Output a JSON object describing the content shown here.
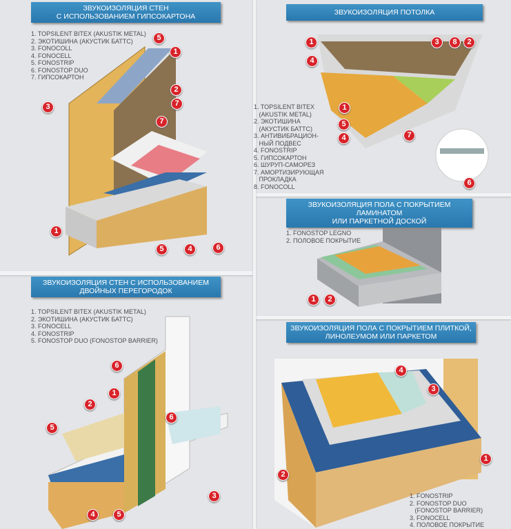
{
  "panels": {
    "wall_gypsum": {
      "title_line1": "Звукоизоляция стен",
      "title_line2": "с использованием гипсокартона",
      "items": [
        "1. TOPSILENT BITEX (AKUSTIK METAL)",
        "2. ЭКОТИШИНА (АКУСТИК БАТТС)",
        "3. FONOCOLL",
        "4. FONOCELL",
        "5. FONOSTRIP",
        "6. FONOSTOP DUO",
        "7. ГИПСОКАРТОН"
      ],
      "callouts": [
        "5",
        "1",
        "2",
        "7",
        "7",
        "3",
        "1",
        "5",
        "4",
        "6"
      ]
    },
    "ceiling": {
      "title": "Звукоизоляция потолка",
      "items": [
        "1. TOPSILENT BITEX",
        "   (AKUSTIK METAL)",
        "2. ЭКОТИШИНА",
        "   (АКУСТИК БАТТС)",
        "3. АНТИВИБРАЦИОН-",
        "   НЫЙ ПОДВЕС",
        "4. FONOSTRIP",
        "5. ГИПСОКАРТОН",
        "6. ШУРУП-САМОРЕЗ",
        "7. АМОРТИЗИРУЮЩАЯ",
        "   ПРОКЛАДКА",
        "8. FONOCOLL"
      ],
      "callouts": [
        "1",
        "4",
        "3",
        "8",
        "2",
        "1",
        "5",
        "4",
        "7",
        "6"
      ]
    },
    "laminate": {
      "title_line1": "Звукоизоляция пола с покрытием ламинатом",
      "title_line2": "или паркетной доской",
      "items": [
        "1. FONOSTOP LEGNO",
        "2. ПОЛОВОЕ ПОКРЫТИЕ"
      ],
      "callouts": [
        "1",
        "2"
      ]
    },
    "double_wall": {
      "title_line1": "Звукоизоляция стен с использованием",
      "title_line2": "двойных перегородок",
      "items": [
        "1. TOPSILENT BITEX (AKUSTIK METAL)",
        "2. ЭКОТИШИНА (АКУСТИК БАТТС)",
        "3. FONOCELL",
        "4. FONOSTRIP",
        "5. FONOSTOP DUO (FONOSTOP BARRIER)"
      ],
      "callouts": [
        "6",
        "1",
        "2",
        "5",
        "6",
        "3",
        "4",
        "5"
      ]
    },
    "tile_floor": {
      "title_line1": "Звукоизоляция пола с покрытием плиткой,",
      "title_line2": "линолеумом или паркетом",
      "items": [
        "1. FONOSTRIP",
        "2. FONOSTOP DUO",
        "   (FONOSTOP BARRIER)",
        "3. FONOCELL",
        "4. ПОЛОВОЕ ПОКРЫТИЕ"
      ],
      "callouts": [
        "4",
        "3",
        "1",
        "2"
      ]
    }
  },
  "colors": {
    "header": "#2f82b8",
    "callout": "#d8232a"
  }
}
